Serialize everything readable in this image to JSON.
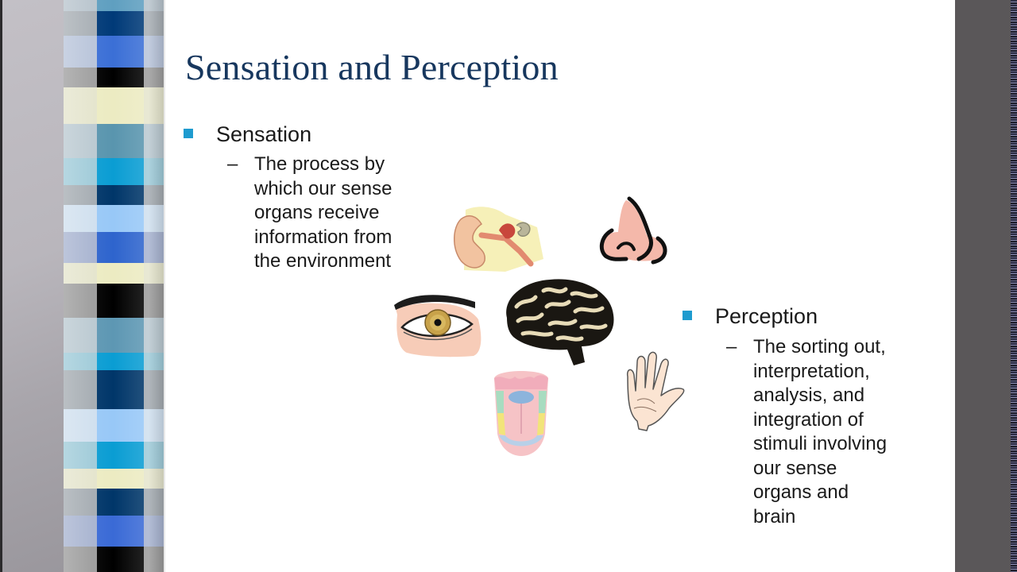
{
  "slide": {
    "title": "Sensation and Perception",
    "bullets": [
      {
        "label": "Sensation",
        "sub_lines": [
          "The process by",
          "which our sense",
          "organs receive",
          "information from",
          "the environment"
        ]
      },
      {
        "label": "Perception",
        "sub_lines": [
          "The sorting out,",
          "interpretation,",
          "analysis, and",
          "integration of",
          "stimuli involving",
          "our sense",
          "organs and",
          "brain"
        ]
      }
    ],
    "sub_bullet_marker": "–",
    "illustrations": [
      {
        "name": "ear",
        "icon": "ear-icon"
      },
      {
        "name": "nose",
        "icon": "nose-icon"
      },
      {
        "name": "eye",
        "icon": "eye-icon"
      },
      {
        "name": "brain",
        "icon": "brain-icon"
      },
      {
        "name": "tongue",
        "icon": "tongue-icon"
      },
      {
        "name": "hand",
        "icon": "hand-icon"
      }
    ]
  },
  "theme": {
    "title_color": "#17375e",
    "bullet_color": "#1e9bcf",
    "text_color": "#1a1a1a",
    "stripe_bands": [
      {
        "h": 14,
        "side": "#b7c3cc",
        "core": "#5f9fc0"
      },
      {
        "h": 32,
        "side": "#a6adb3",
        "core": "#003a78"
      },
      {
        "h": 40,
        "side": "#b7c3d9",
        "core": "#3b6fd6"
      },
      {
        "h": 26,
        "side": "#9c9c9c",
        "core": "#000000"
      },
      {
        "h": 46,
        "side": "#e4e4cc",
        "core": "#ecebc2"
      },
      {
        "h": 44,
        "side": "#b9c8d0",
        "core": "#5995ae"
      },
      {
        "h": 34,
        "side": "#9ecad8",
        "core": "#0a9dd3"
      },
      {
        "h": 26,
        "side": "#a3aab0",
        "core": "#003669"
      },
      {
        "h": 34,
        "side": "#cfdfee",
        "core": "#98c8f7"
      },
      {
        "h": 40,
        "side": "#a6b2cf",
        "core": "#2e64cd"
      },
      {
        "h": 26,
        "side": "#e4e4cc",
        "core": "#ecebc2"
      },
      {
        "h": 44,
        "side": "#9a9a9a",
        "core": "#000000"
      },
      {
        "h": 44,
        "side": "#b9c8d0",
        "core": "#5d97b3"
      },
      {
        "h": 22,
        "side": "#9ecad8",
        "core": "#0a9dd3"
      },
      {
        "h": 50,
        "side": "#a3aab0",
        "core": "#003669"
      },
      {
        "h": 42,
        "side": "#cfdfee",
        "core": "#98c8f7"
      },
      {
        "h": 34,
        "side": "#9ecad8",
        "core": "#0a9dd3"
      },
      {
        "h": 26,
        "side": "#e4e4cc",
        "core": "#ecebc2"
      },
      {
        "h": 34,
        "side": "#a3aab0",
        "core": "#003669"
      },
      {
        "h": 40,
        "side": "#a6b2cf",
        "core": "#3a6ad6"
      },
      {
        "h": 32,
        "side": "#9a9a9a",
        "core": "#000000"
      }
    ]
  }
}
